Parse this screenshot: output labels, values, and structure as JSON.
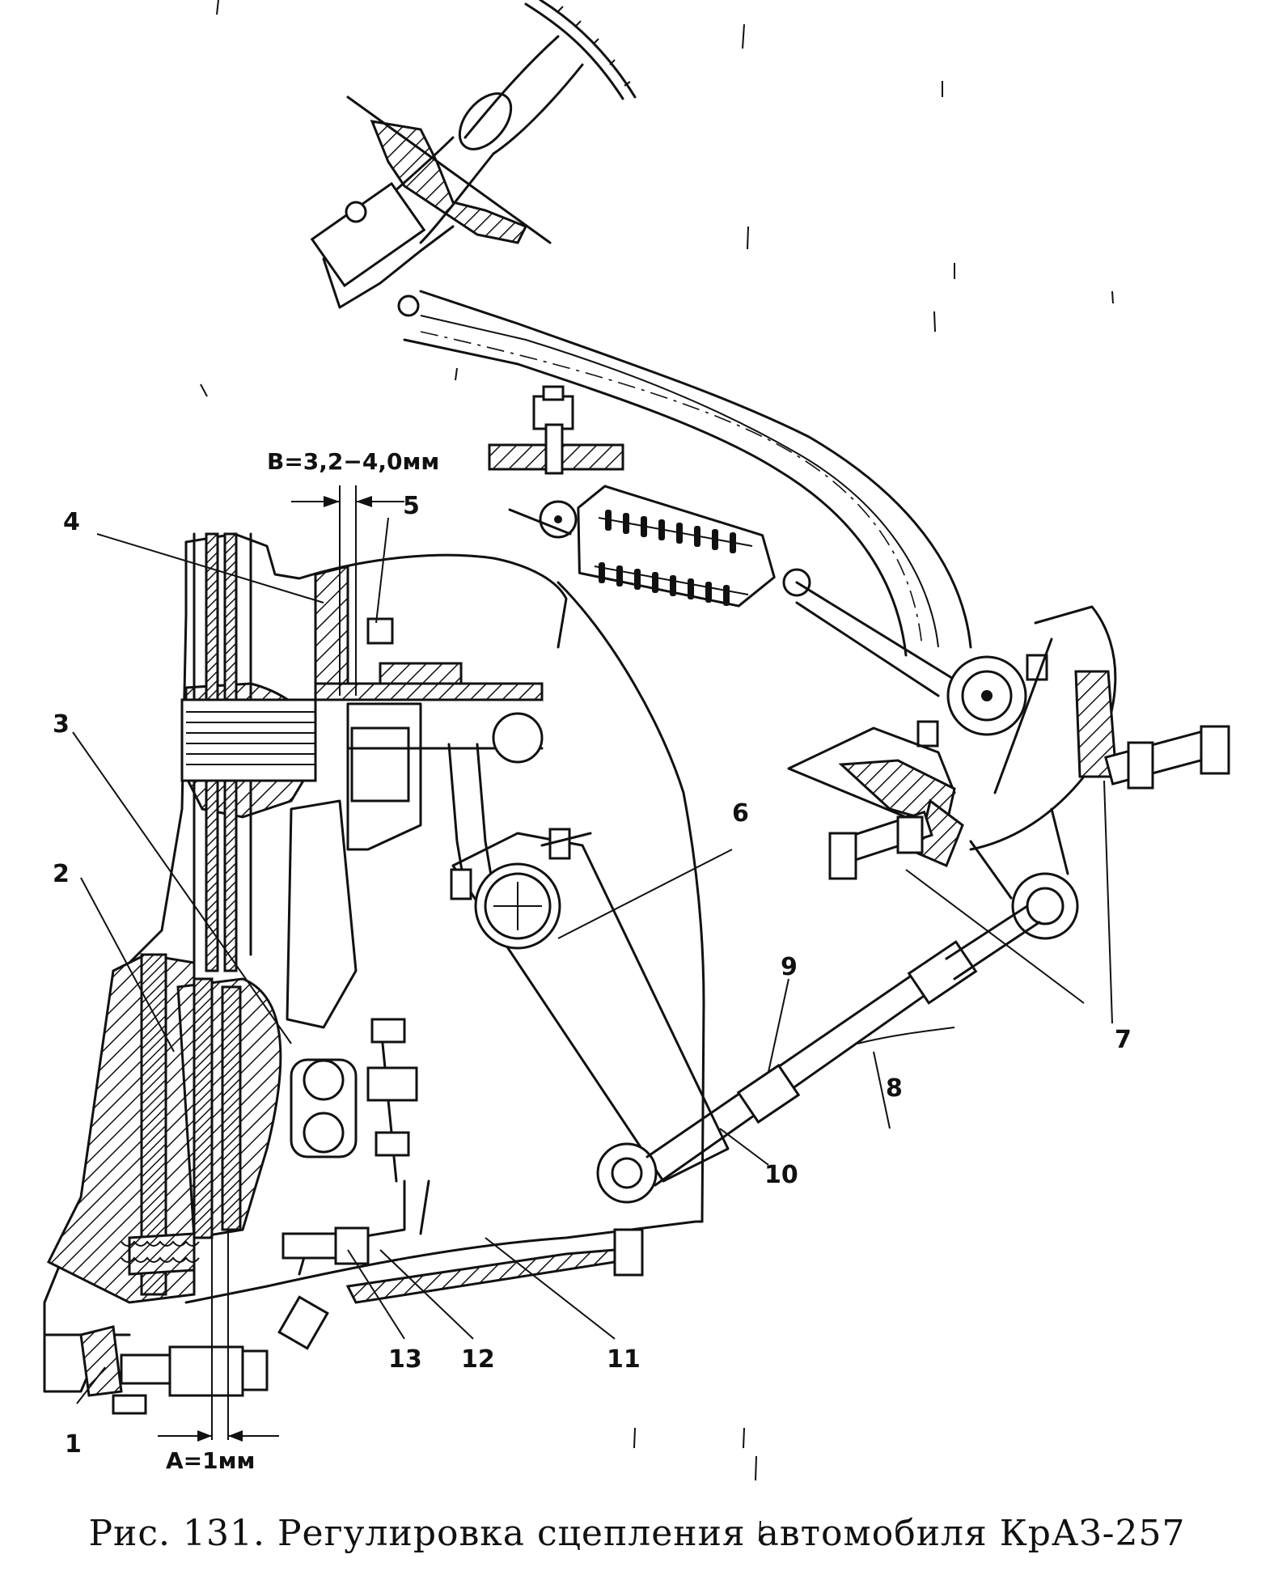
{
  "labels": {
    "l1": "1",
    "l2": "2",
    "l3": "3",
    "l4": "4",
    "l5": "5",
    "l6": "6",
    "l7": "7",
    "l8": "8",
    "l9": "9",
    "l10": "10",
    "l11": "11",
    "l12": "12",
    "l13": "13"
  },
  "dimensions": {
    "gap_b": "В=3,2−4,0мм",
    "gap_a": "А=1мм"
  },
  "caption": "Рис. 131. Регулировка сцепления автомобиля КрАЗ-257"
}
